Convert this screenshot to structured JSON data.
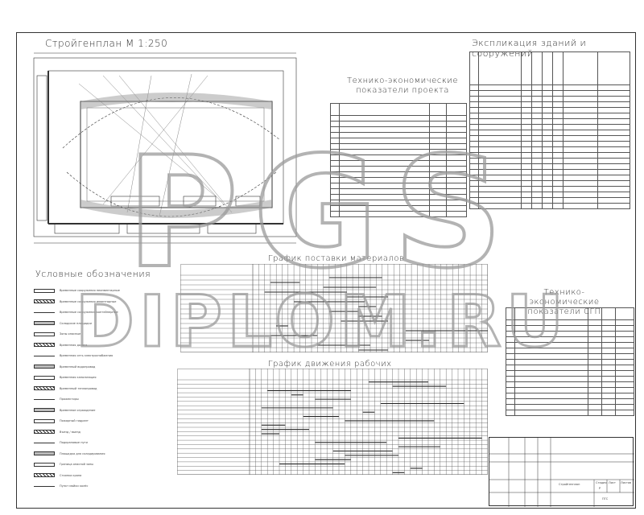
{
  "titles": {
    "plan": "Стройгенплан  М 1:250",
    "explication": "Экспликация зданий и сооружений",
    "tep_project": "Технико-экономические показатели проекта",
    "legend": "Условные обозначения",
    "supply_schedule": "График поставки материалов",
    "workers_schedule": "График движения рабочих",
    "tep_sgp": "Технико-экономические показатели СГП"
  },
  "watermark": {
    "line1": "PGS",
    "line2": "DIPLOM.RU"
  },
  "colors": {
    "ink": "#333333",
    "watermark": "#9a9a9a"
  },
  "legend_items": [
    "Временные сооружения неинвентарные",
    "Временные сооружения инвентарные",
    "Временные сооружения контейнерные",
    "Складские площадки",
    "Зоны опасные",
    "Временная дорога",
    "Временная сеть электроснабжения",
    "Временный водопровод",
    "Временная канализация",
    "Временный теплопровод",
    "Прожекторы",
    "Временное ограждение",
    "Пожарный гидрант",
    "Въезд / выезд",
    "Подкрановые пути",
    "Площадка для складирования",
    "Граница опасной зоны",
    "Стоянка крана",
    "Пункт мойки колёс"
  ],
  "stamp": {
    "sheet_label": "Лист",
    "sheets_label": "Листов",
    "stage_label": "Стадия",
    "stage": "Р",
    "line_top": "Стройгенплан",
    "line_bottom": "ПГС"
  }
}
